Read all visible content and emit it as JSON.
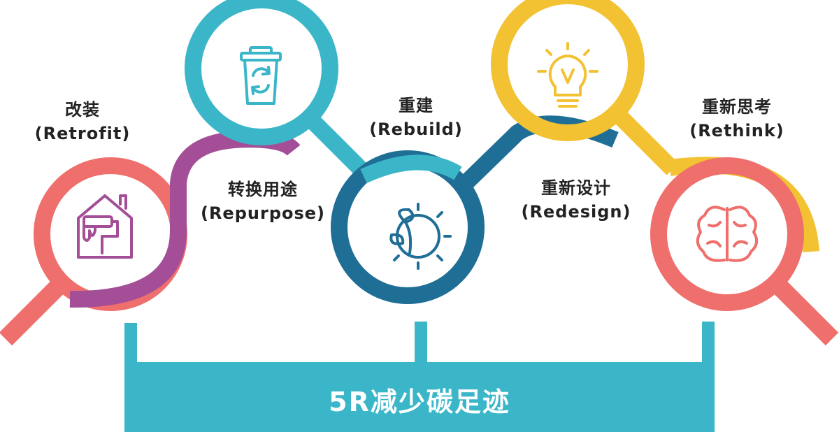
{
  "colors": {
    "coral": "#EF6F6C",
    "purple": "#A34E97",
    "teal": "#3BB6C8",
    "navy": "#1F6E96",
    "yellow": "#F2C232",
    "banner": "#3BB6C8",
    "text": "#222222",
    "banner_text": "#FFFFFF"
  },
  "steps": [
    {
      "name": "改装",
      "english": "(Retrofit)",
      "icon": "house-paint-roller-icon"
    },
    {
      "name": "转换用途",
      "english": "(Repurpose)",
      "icon": "recycle-bin-icon"
    },
    {
      "name": "重建",
      "english": "(Rebuild)",
      "icon": "gear-leaf-icon"
    },
    {
      "name": "重新设计",
      "english": "(Redesign)",
      "icon": "lightbulb-icon"
    },
    {
      "name": "重新思考",
      "english": "(Rethink)",
      "icon": "brain-icon"
    }
  ],
  "banner": {
    "title": "5R减少碳足迹"
  }
}
